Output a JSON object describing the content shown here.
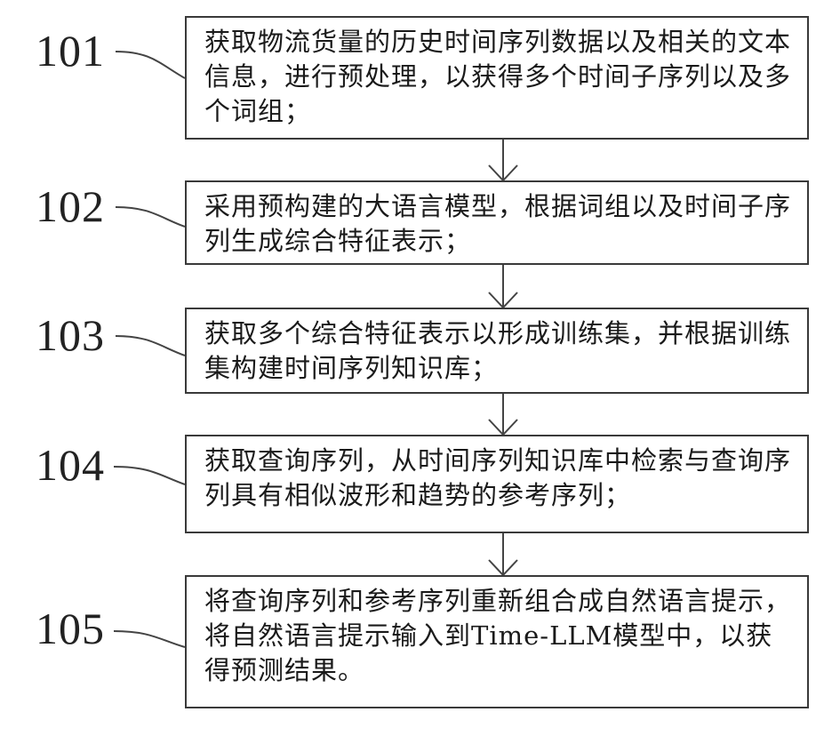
{
  "steps": [
    {
      "label": "101",
      "text": "获取物流货量的历史时间序列数据以及相关的文本信息，进行预处理，以获得多个时间子序列以及多个词组；"
    },
    {
      "label": "102",
      "text": "采用预构建的大语言模型，根据词组以及时间子序列生成综合特征表示；"
    },
    {
      "label": "103",
      "text": "获取多个综合特征表示以形成训练集，并根据训练集构建时间序列知识库；"
    },
    {
      "label": "104",
      "text": "获取查询序列，从时间序列知识库中检索与查询序列具有相似波形和趋势的参考序列；"
    },
    {
      "label": "105",
      "text": "将查询序列和参考序列重新组合成自然语言提示，将自然语言提示输入到Time-LLM模型中，以获得预测结果。"
    }
  ],
  "colors": {
    "box_border": "#3a3a3a",
    "arrow": "#444444",
    "text": "#1a1a1a"
  }
}
